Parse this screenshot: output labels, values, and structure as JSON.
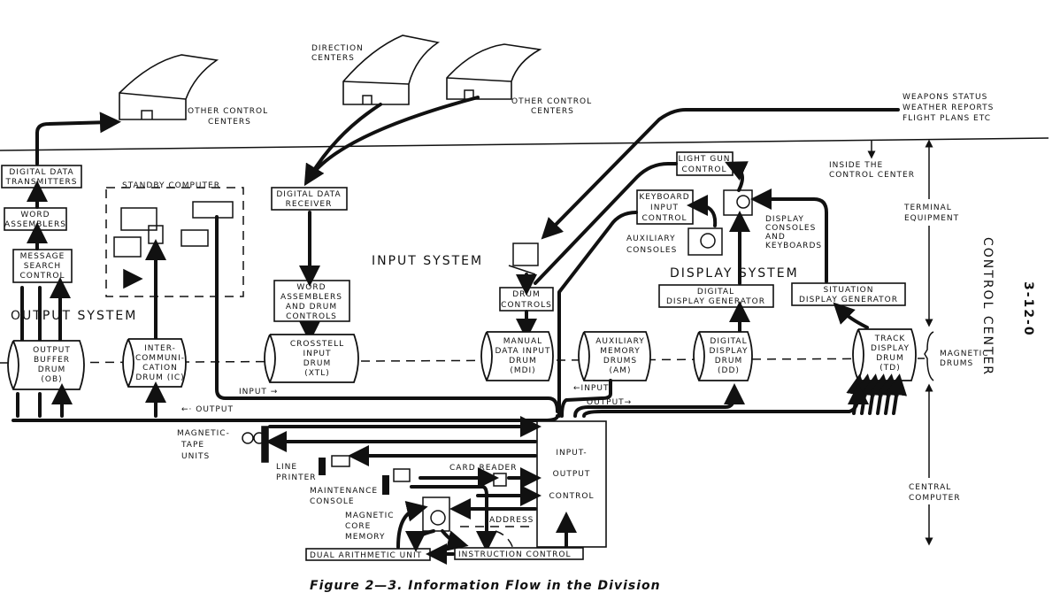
{
  "external": {
    "other_control_centers_left": [
      "OTHER CONTROL",
      "CENTERS"
    ],
    "direction_centers": [
      "DIRECTION",
      "CENTERS"
    ],
    "other_control_centers_right": [
      "OTHER CONTROL",
      "CENTERS"
    ],
    "weapons_info": [
      "WEAPONS STATUS",
      "WEATHER REPORTS",
      "FLIGHT PLANS ETC"
    ]
  },
  "boundary": {
    "inside": [
      "INSIDE THE",
      "CONTROL CENTER"
    ],
    "terminal_equipment": [
      "TERMINAL",
      "EQUIPMENT"
    ],
    "magnetic_drums": [
      "MAGNETIC",
      "DRUMS"
    ],
    "central_computer": [
      "CENTRAL",
      "COMPUTER"
    ],
    "control_center": "CONTROL  CENTER",
    "page_number": "3-12-0"
  },
  "output_system": {
    "label": "OUTPUT  SYSTEM",
    "digital_data_transmitters": [
      "DIGITAL DATA",
      "TRANSMITTERS"
    ],
    "word_assemblers": [
      "WORD",
      "ASSEMBLERS"
    ],
    "message_search_control": [
      "MESSAGE",
      "SEARCH",
      "CONTROL"
    ],
    "standby_computer": "STANDBY  COMPUTER"
  },
  "input_system": {
    "label": "INPUT SYSTEM",
    "digital_data_receiver": [
      "DIGITAL DATA",
      "RECEIVER"
    ],
    "word_assemblers_drum_controls": [
      "WORD",
      "ASSEMBLERS",
      "AND DRUM",
      "CONTROLS"
    ],
    "drum_controls": [
      "DRUM",
      "CONTROLS"
    ]
  },
  "display_system": {
    "label": "DISPLAY     SYSTEM",
    "light_gun_control": [
      "LIGHT GUN",
      "CONTROL"
    ],
    "keyboard_input_control": [
      "KEYBOARD",
      "INPUT",
      "CONTROL"
    ],
    "auxiliary_consoles": [
      "AUXILIARY",
      "CONSOLES"
    ],
    "display_consoles": [
      "DISPLAY",
      "CONSOLES",
      "AND",
      "KEYBOARDS"
    ],
    "digital_display_generator": [
      "DIGITAL",
      "DISPLAY GENERATOR"
    ],
    "situation_display_generator": [
      "SITUATION",
      "DISPLAY GENERATOR"
    ]
  },
  "drums": {
    "ob": [
      "OUTPUT",
      "BUFFER",
      "DRUM",
      "(OB)"
    ],
    "ic": [
      "INTER-",
      "COMMUNI-",
      "CATION",
      "DRUM (IC)"
    ],
    "xtl": [
      "CROSSTELL",
      "INPUT",
      "DRUM",
      "(XTL)"
    ],
    "mdi": [
      "MANUAL",
      "DATA INPUT",
      "DRUM",
      "(MDI)"
    ],
    "am": [
      "AUXILIARY",
      "MEMORY",
      "DRUMS",
      "(AM)"
    ],
    "dd": [
      "DIGITAL",
      "DISPLAY",
      "DRUM",
      "(DD)"
    ],
    "td": [
      "TRACK",
      "DISPLAY",
      "DRUM",
      "(TD)"
    ]
  },
  "flow_labels": {
    "input_left": "INPUT →",
    "output_left": "←· OUTPUT",
    "input_right": "←INPUT",
    "output_right": "OUTPUT→"
  },
  "central": {
    "io_control": [
      "INPUT-",
      "OUTPUT",
      "CONTROL"
    ],
    "magnetic_tape_units": [
      "MAGNETIC-",
      "TAPE",
      "UNITS"
    ],
    "line_printer": [
      "LINE",
      "PRINTER"
    ],
    "card_reader": "CARD READER",
    "maintenance_console": [
      "MAINTENANCE",
      "CONSOLE"
    ],
    "magnetic_core_memory": [
      "MAGNETIC",
      "CORE",
      "MEMORY"
    ],
    "address": "ADDRESS",
    "dual_arithmetic_unit": "DUAL ARITHMETIC UNIT",
    "instruction_control": "INSTRUCTION CONTROL"
  },
  "caption": "Figure 2—3. Information Flow in the Division"
}
